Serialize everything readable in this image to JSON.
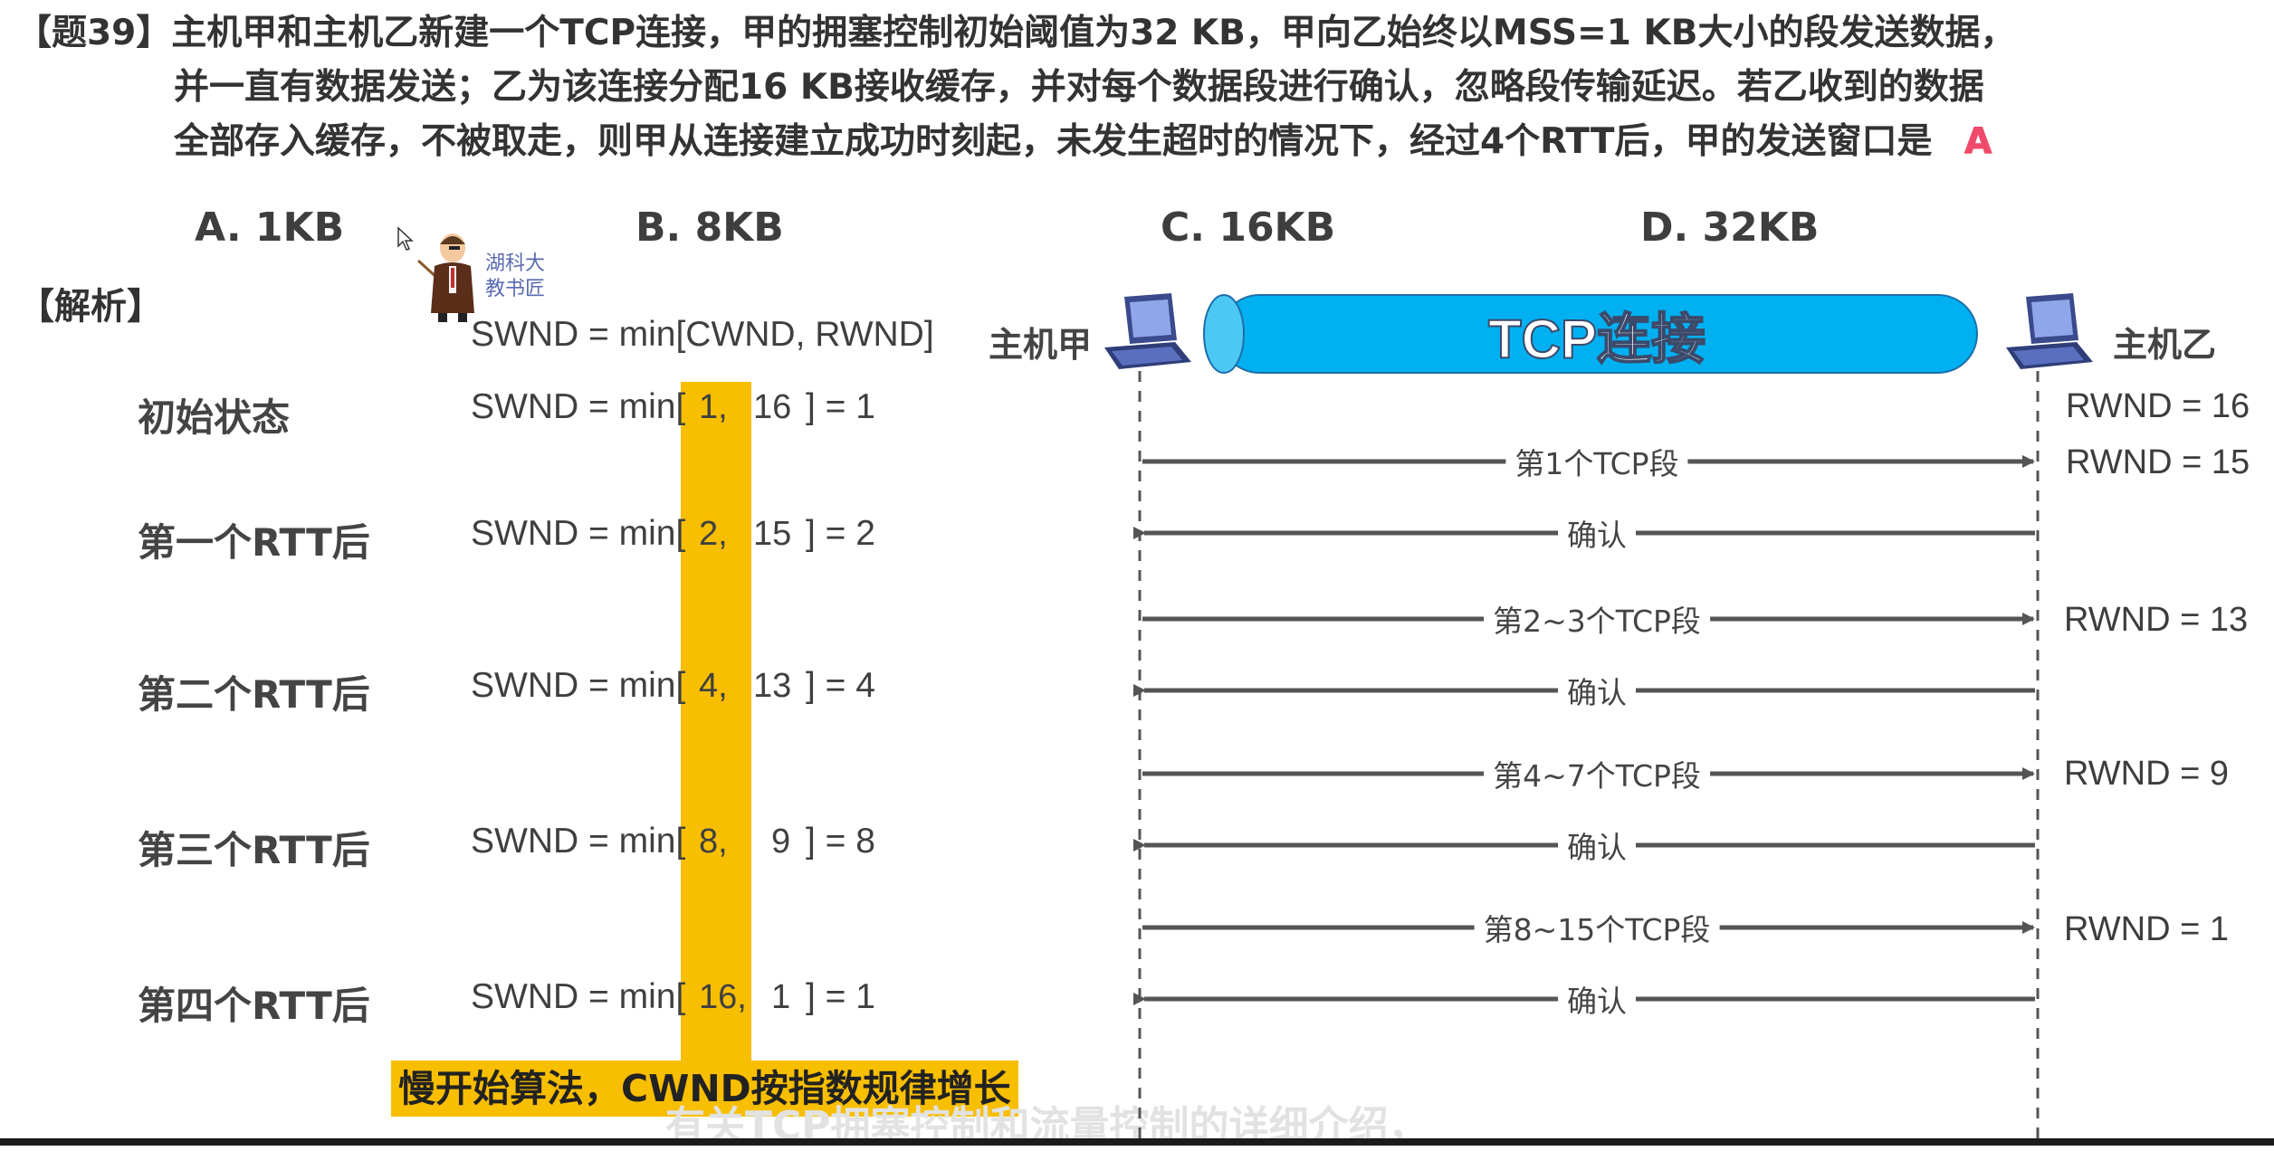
{
  "question": {
    "line1": "【题39】主机甲和主机乙新建一个TCP连接，甲的拥塞控制初始阈值为32 KB，甲向乙始终以MSS=1 KB大小的段发送数据，",
    "line2": "并一直有数据发送；乙为该连接分配16 KB接收缓存，并对每个数据段进行确认，忽略段传输延迟。若乙收到的数据",
    "line3": "全部存入缓存，不被取走，则甲从连接建立成功时刻起，未发生超时的情况下，经过4个RTT后，甲的发送窗口是",
    "answer": "A"
  },
  "options": {
    "a": "A. 1KB",
    "b": "B. 8KB",
    "c": "C. 16KB",
    "d": "D. 32KB"
  },
  "analysis_label": "【解析】",
  "watermark": {
    "line1": "湖科大",
    "line2": "教书匠"
  },
  "formula_header": "SWND = min[CWND, RWND]",
  "swnd_prefix": "SWND = min[",
  "rows": [
    {
      "label": "初始状态",
      "cwnd": "1,",
      "rwnd": "16",
      "result": "] = 1"
    },
    {
      "label": "第一个RTT后",
      "cwnd": "2,",
      "rwnd": "15",
      "result": "] = 2"
    },
    {
      "label": "第二个RTT后",
      "cwnd": "4,",
      "rwnd": "13",
      "result": "] = 4"
    },
    {
      "label": "第三个RTT后",
      "cwnd": "8,",
      "rwnd": "9",
      "result": "] = 8"
    },
    {
      "label": "第四个RTT后",
      "cwnd": "16,",
      "rwnd": "1",
      "result": "] = 1"
    }
  ],
  "caption": "慢开始算法，CWND按指数规律增长",
  "subtitle_faded": "有关TCP拥塞控制和流量控制的详细介绍，",
  "host_a": "主机甲",
  "host_b": "主机乙",
  "tcp_label": "TCP连接",
  "rwnd_labels": [
    "RWND = 16",
    "RWND = 15",
    "RWND = 13",
    "RWND = 9",
    "RWND = 1"
  ],
  "segments": [
    {
      "label": "第1个TCP段",
      "direction": "right"
    },
    {
      "label": "确认",
      "direction": "left"
    },
    {
      "label": "第2~3个TCP段",
      "direction": "right"
    },
    {
      "label": "确认",
      "direction": "left"
    },
    {
      "label": "第4~7个TCP段",
      "direction": "right"
    },
    {
      "label": "确认",
      "direction": "left"
    },
    {
      "label": "第8~15个TCP段",
      "direction": "right"
    },
    {
      "label": "确认",
      "direction": "left"
    }
  ],
  "colors": {
    "highlight": "#f8be00",
    "tcp_pipe": "#00b0f0",
    "answer": "#f04a6a",
    "arrow": "#555555"
  }
}
